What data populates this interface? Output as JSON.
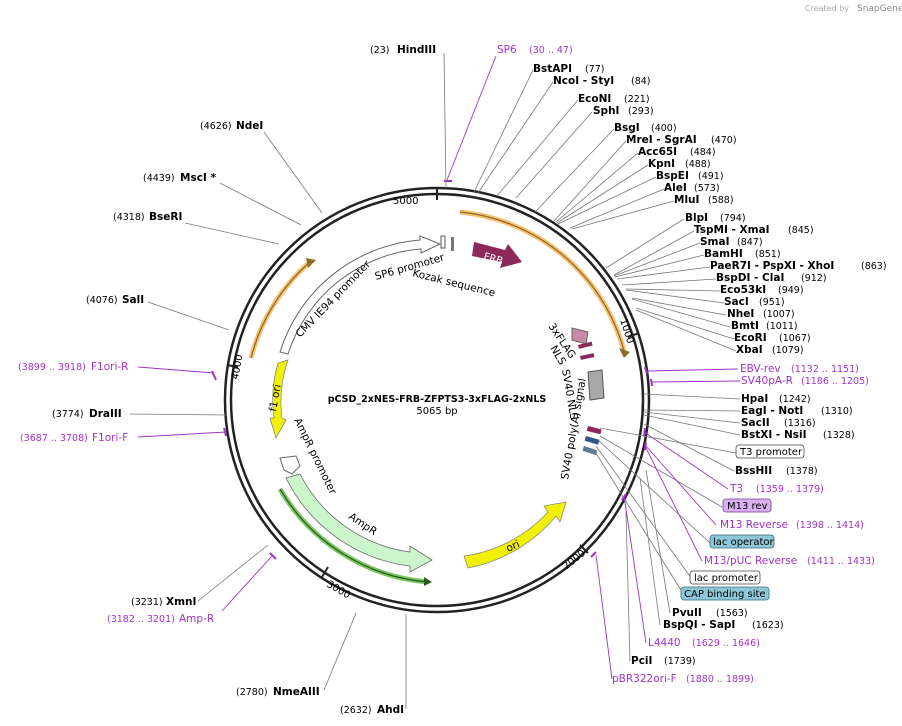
{
  "branding": {
    "created_by": "Created by",
    "product": "SnapGene"
  },
  "plasmid": {
    "name": "pCSD_2xNES-FRB-ZFPTS3-3xFLAG-2xNLS",
    "length_label": "5065 bp",
    "length": 5065
  },
  "ticks": [
    "1000",
    "2000",
    "3000",
    "4000",
    "5000"
  ],
  "features_on_map": {
    "frb": "FRB",
    "cmv": "CMV IE94 promoter",
    "sp6p": "SP6 promoter",
    "kozak": "Kozak sequence",
    "flag": "3xFLAG",
    "nls": "NLS",
    "sv40nls": "SV40 NLS",
    "sv40pa": "SV40 poly(A) signal",
    "f1ori": "f1 ori",
    "ampr_prom": "AmpR promoter",
    "ampr": "AmpR",
    "ori": "ori"
  },
  "left_labels": [
    {
      "pos": "(4626)",
      "name": "NdeI"
    },
    {
      "pos": "(4439)",
      "name": "MscI *"
    },
    {
      "pos": "(4318)",
      "name": "BseRI"
    },
    {
      "pos": "(4076)",
      "name": "SalI"
    },
    {
      "pos": "(3774)",
      "name": "DraIII"
    },
    {
      "pos": "(3231)",
      "name": "XmnI"
    },
    {
      "pos": "(2780)",
      "name": "NmeAIII"
    },
    {
      "pos": "(2632)",
      "name": "AhdI"
    },
    {
      "pos": "(23)",
      "name": "HindIII"
    }
  ],
  "left_primers": [
    {
      "pos": "(3899 .. 3918)",
      "name": "F1ori-R"
    },
    {
      "pos": "(3687 .. 3708)",
      "name": "F1ori-F"
    },
    {
      "pos": "(3182 .. 3201)",
      "name": "Amp-R"
    }
  ],
  "top_primer": {
    "name": "SP6",
    "pos": "(30 .. 47)"
  },
  "right_labels": [
    {
      "text": "BstAPI",
      "pos": "(77)"
    },
    {
      "text": "NcoI  - StyI",
      "pos": "(84)"
    },
    {
      "text": "EcoNI",
      "pos": "(221)"
    },
    {
      "text": "SphI",
      "pos": "(293)"
    },
    {
      "text": "BsgI",
      "pos": "(400)"
    },
    {
      "text": "MreI  - SgrAI",
      "pos": "(470)"
    },
    {
      "text": "Acc65I",
      "pos": "(484)"
    },
    {
      "text": "KpnI",
      "pos": "(488)"
    },
    {
      "text": "BspEI",
      "pos": "(491)"
    },
    {
      "text": "AleI",
      "pos": "(573)"
    },
    {
      "text": "MluI",
      "pos": "(588)"
    },
    {
      "text": "BlpI",
      "pos": "(794)"
    },
    {
      "text": "TspMI  - XmaI",
      "pos": "(845)"
    },
    {
      "text": "SmaI",
      "pos": "(847)"
    },
    {
      "text": "BamHI",
      "pos": "(851)"
    },
    {
      "text": "PaeR7I  - PspXI  - XhoI",
      "pos": "(863)"
    },
    {
      "text": "BspDI  - ClaI",
      "pos": "(912)"
    },
    {
      "text": "Eco53kI",
      "pos": "(949)"
    },
    {
      "text": "SacI",
      "pos": "(951)"
    },
    {
      "text": "NheI",
      "pos": "(1007)"
    },
    {
      "text": "BmtI",
      "pos": "(1011)"
    },
    {
      "text": "EcoRI",
      "pos": "(1067)"
    },
    {
      "text": "XbaI",
      "pos": "(1079)"
    }
  ],
  "right_primers_a": [
    {
      "name": "EBV-rev",
      "pos": "(1132 .. 1151)"
    },
    {
      "name": "SV40pA-R",
      "pos": "(1186 .. 1205)"
    }
  ],
  "right_labels_b": [
    {
      "text": "HpaI",
      "pos": "(1242)"
    },
    {
      "text": "EagI  - NotI",
      "pos": "(1310)"
    },
    {
      "text": "SacII",
      "pos": "(1316)"
    },
    {
      "text": "BstXI  - NsiI",
      "pos": "(1328)"
    }
  ],
  "t3_promoter": "T3 promoter",
  "bsshii": {
    "name": "BssHII",
    "pos": "(1378)"
  },
  "t3": {
    "name": "T3",
    "pos": "(1359 .. 1379)"
  },
  "m13rev_box": "M13 rev",
  "m13reverse": {
    "name": "M13 Reverse",
    "pos": "(1398 .. 1414)"
  },
  "lac_operator": "lac operator",
  "m13puc": {
    "name": "M13/pUC Reverse",
    "pos": "(1411 .. 1433)"
  },
  "lac_promoter": "lac promoter",
  "cap_site": "CAP binding site",
  "pvuii": {
    "name": "PvuII",
    "pos": "(1563)"
  },
  "bspqi": {
    "name": "BspQI  - SapI",
    "pos": "(1623)"
  },
  "l4440": {
    "name": "L4440",
    "pos": "(1629 .. 1646)"
  },
  "pcii": {
    "name": "PciI",
    "pos": "(1739)"
  },
  "pbr322": {
    "name": "pBR322ori-F",
    "pos": "(1880 .. 1899)"
  },
  "colors": {
    "frb": "#8b2a5a",
    "promoter": "#ffffff",
    "f1ori": "#f2f200",
    "ori": "#f2f200",
    "ampr": "#ccf5cc",
    "flag": "#c98aa8",
    "sv40": "#a8a8a8",
    "primer": "#a033c8",
    "highlight_orange": "#f4b04a",
    "highlight_green": "#58b93b"
  }
}
